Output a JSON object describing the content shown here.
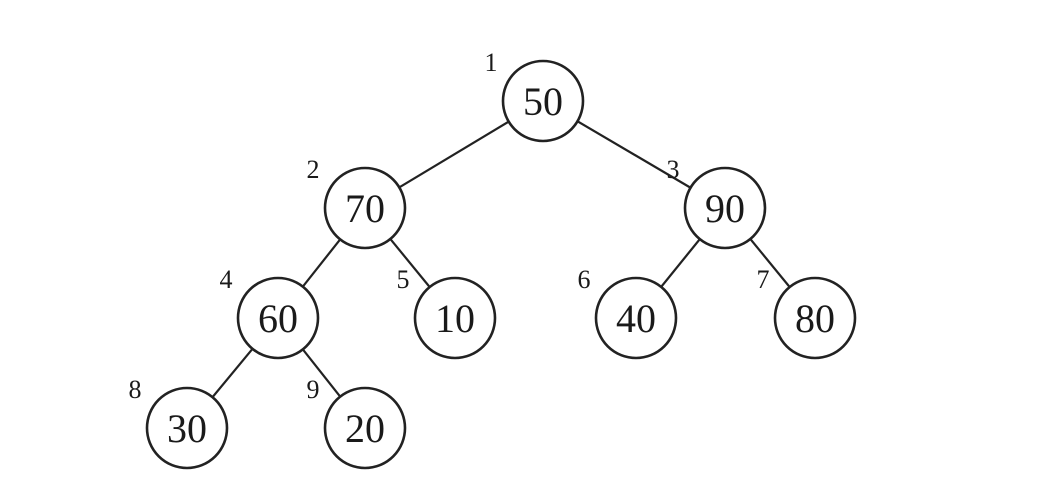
{
  "tree": {
    "nodes": [
      {
        "index": "1",
        "value": "50"
      },
      {
        "index": "2",
        "value": "70"
      },
      {
        "index": "3",
        "value": "90"
      },
      {
        "index": "4",
        "value": "60"
      },
      {
        "index": "5",
        "value": "10"
      },
      {
        "index": "6",
        "value": "40"
      },
      {
        "index": "7",
        "value": "80"
      },
      {
        "index": "8",
        "value": "30"
      },
      {
        "index": "9",
        "value": "20"
      }
    ],
    "edges": [
      [
        "1",
        "2"
      ],
      [
        "1",
        "3"
      ],
      [
        "2",
        "4"
      ],
      [
        "2",
        "5"
      ],
      [
        "3",
        "6"
      ],
      [
        "3",
        "7"
      ],
      [
        "4",
        "8"
      ],
      [
        "4",
        "9"
      ]
    ]
  }
}
